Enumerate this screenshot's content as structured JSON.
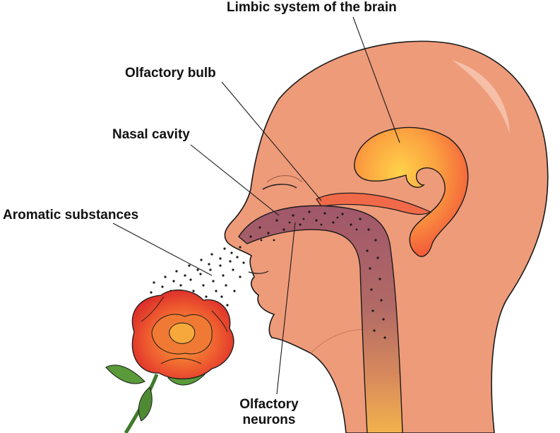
{
  "labels": {
    "limbic": "Limbic system of the brain",
    "bulb": "Olfactory bulb",
    "nasal": "Nasal cavity",
    "aromatic": "Aromatic substances",
    "neurons_line1": "Olfactory",
    "neurons_line2": "neurons"
  },
  "colors": {
    "skin": "#EE9B7A",
    "skin_outline": "#1a1a1a",
    "limbic_center": "#FFC94A",
    "limbic_edge": "#F04A38",
    "nasal_passage": "#A0576A",
    "throat_bottom": "#F2B24C",
    "rose_petal": "#E8312D",
    "rose_highlight": "#F6A93A",
    "leaf": "#5A9A3A"
  }
}
